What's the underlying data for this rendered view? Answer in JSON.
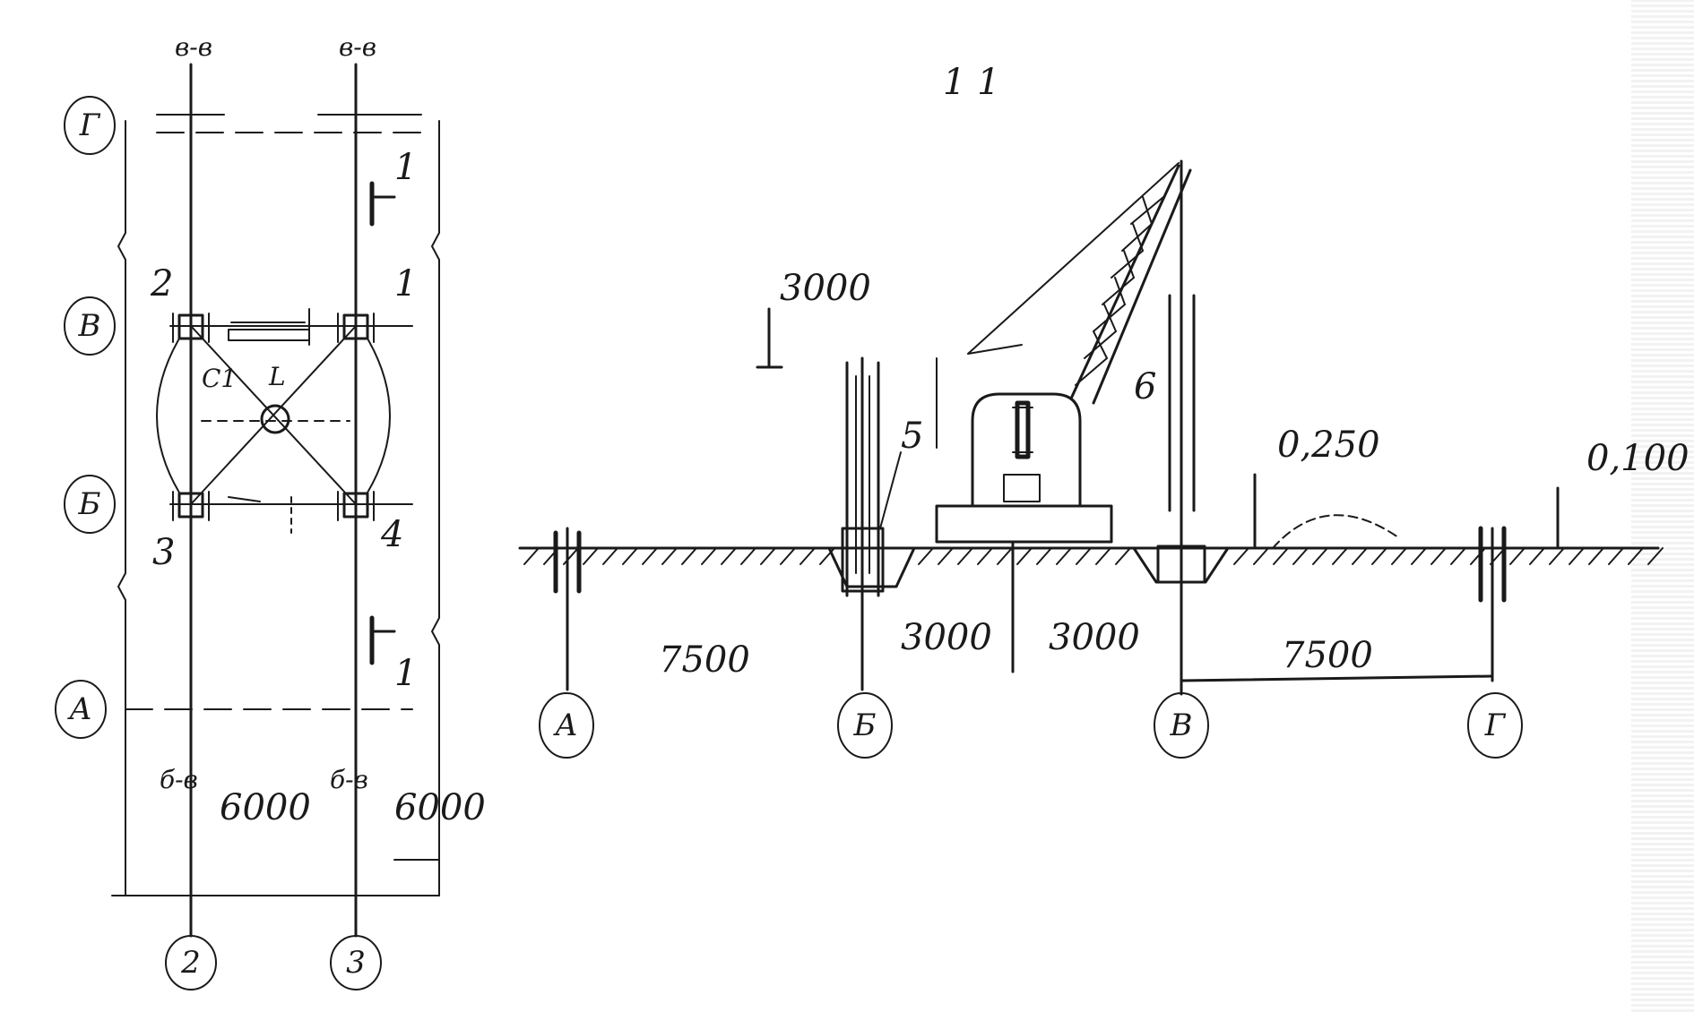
{
  "plan": {
    "row_axes": [
      "Г",
      "В",
      "Б",
      "А"
    ],
    "column_axes": [
      "2",
      "3"
    ],
    "node_numbers": [
      "2",
      "1",
      "3",
      "4"
    ],
    "top_marks": [
      "в-в",
      "в-в"
    ],
    "bottom_marks": [
      "б-в",
      "б-в"
    ],
    "section_marks": [
      "1",
      "1"
    ],
    "crane_label": "L",
    "center_label": "C1",
    "dims": [
      "6000",
      "6000"
    ]
  },
  "section": {
    "title": "1 1",
    "row_axes": [
      "А",
      "Б",
      "В",
      "Г"
    ],
    "labels": {
      "level_top": "3000",
      "item_5": "5",
      "item_6": "6",
      "elev_left": "0,250",
      "elev_right": "0,100"
    },
    "dims": [
      "7500",
      "3000",
      "3000",
      "7500"
    ]
  }
}
